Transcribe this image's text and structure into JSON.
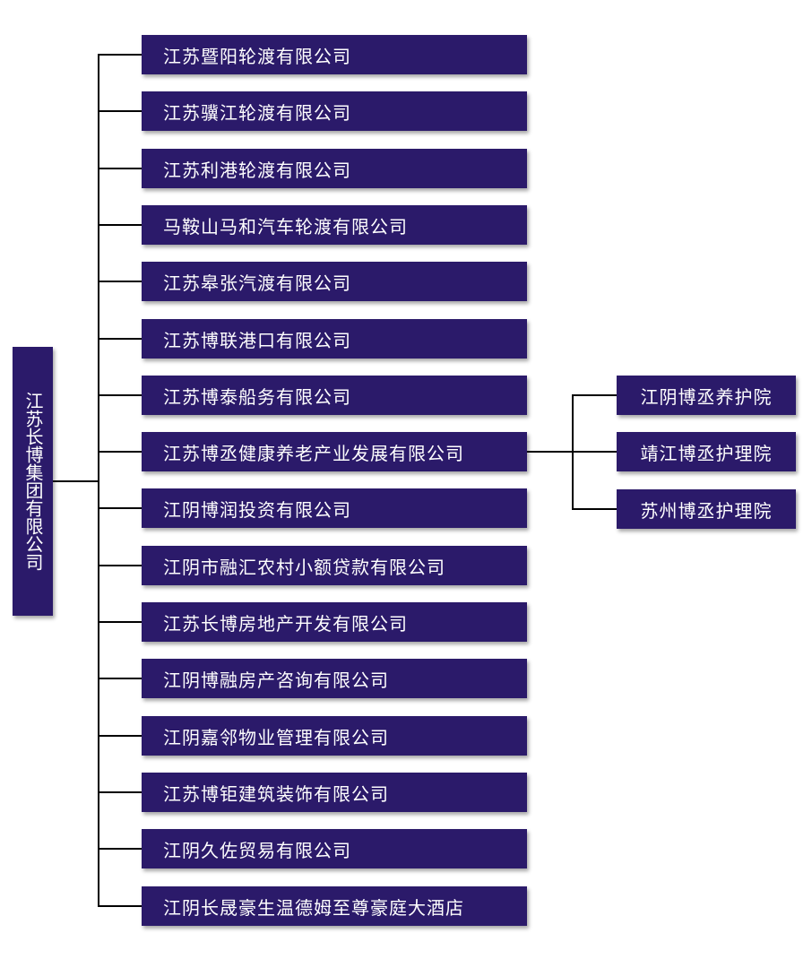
{
  "root": {
    "label": "江苏长博集团有限公司"
  },
  "subsidiaries": [
    {
      "label": "江苏暨阳轮渡有限公司"
    },
    {
      "label": "江苏骥江轮渡有限公司"
    },
    {
      "label": "江苏利港轮渡有限公司"
    },
    {
      "label": "马鞍山马和汽车轮渡有限公司"
    },
    {
      "label": "江苏皋张汽渡有限公司"
    },
    {
      "label": "江苏博联港口有限公司"
    },
    {
      "label": "江苏博泰船务有限公司"
    },
    {
      "label": "江苏博丞健康养老产业发展有限公司",
      "children": [
        {
          "label": "江阴博丞养护院"
        },
        {
          "label": "靖江博丞护理院"
        },
        {
          "label": "苏州博丞护理院"
        }
      ]
    },
    {
      "label": "江阴博润投资有限公司"
    },
    {
      "label": "江阴市融汇农村小额贷款有限公司"
    },
    {
      "label": "江苏长博房地产开发有限公司"
    },
    {
      "label": "江阴博融房产咨询有限公司"
    },
    {
      "label": "江阴嘉邻物业管理有限公司"
    },
    {
      "label": "江苏博钜建筑装饰有限公司"
    },
    {
      "label": "江阴久佐贸易有限公司"
    },
    {
      "label": "江阴长晟豪生温德姆至尊豪庭大酒店"
    }
  ],
  "colors": {
    "box_fill": "#2b1a6a",
    "box_text": "#ffffff",
    "connector": "#000000"
  }
}
